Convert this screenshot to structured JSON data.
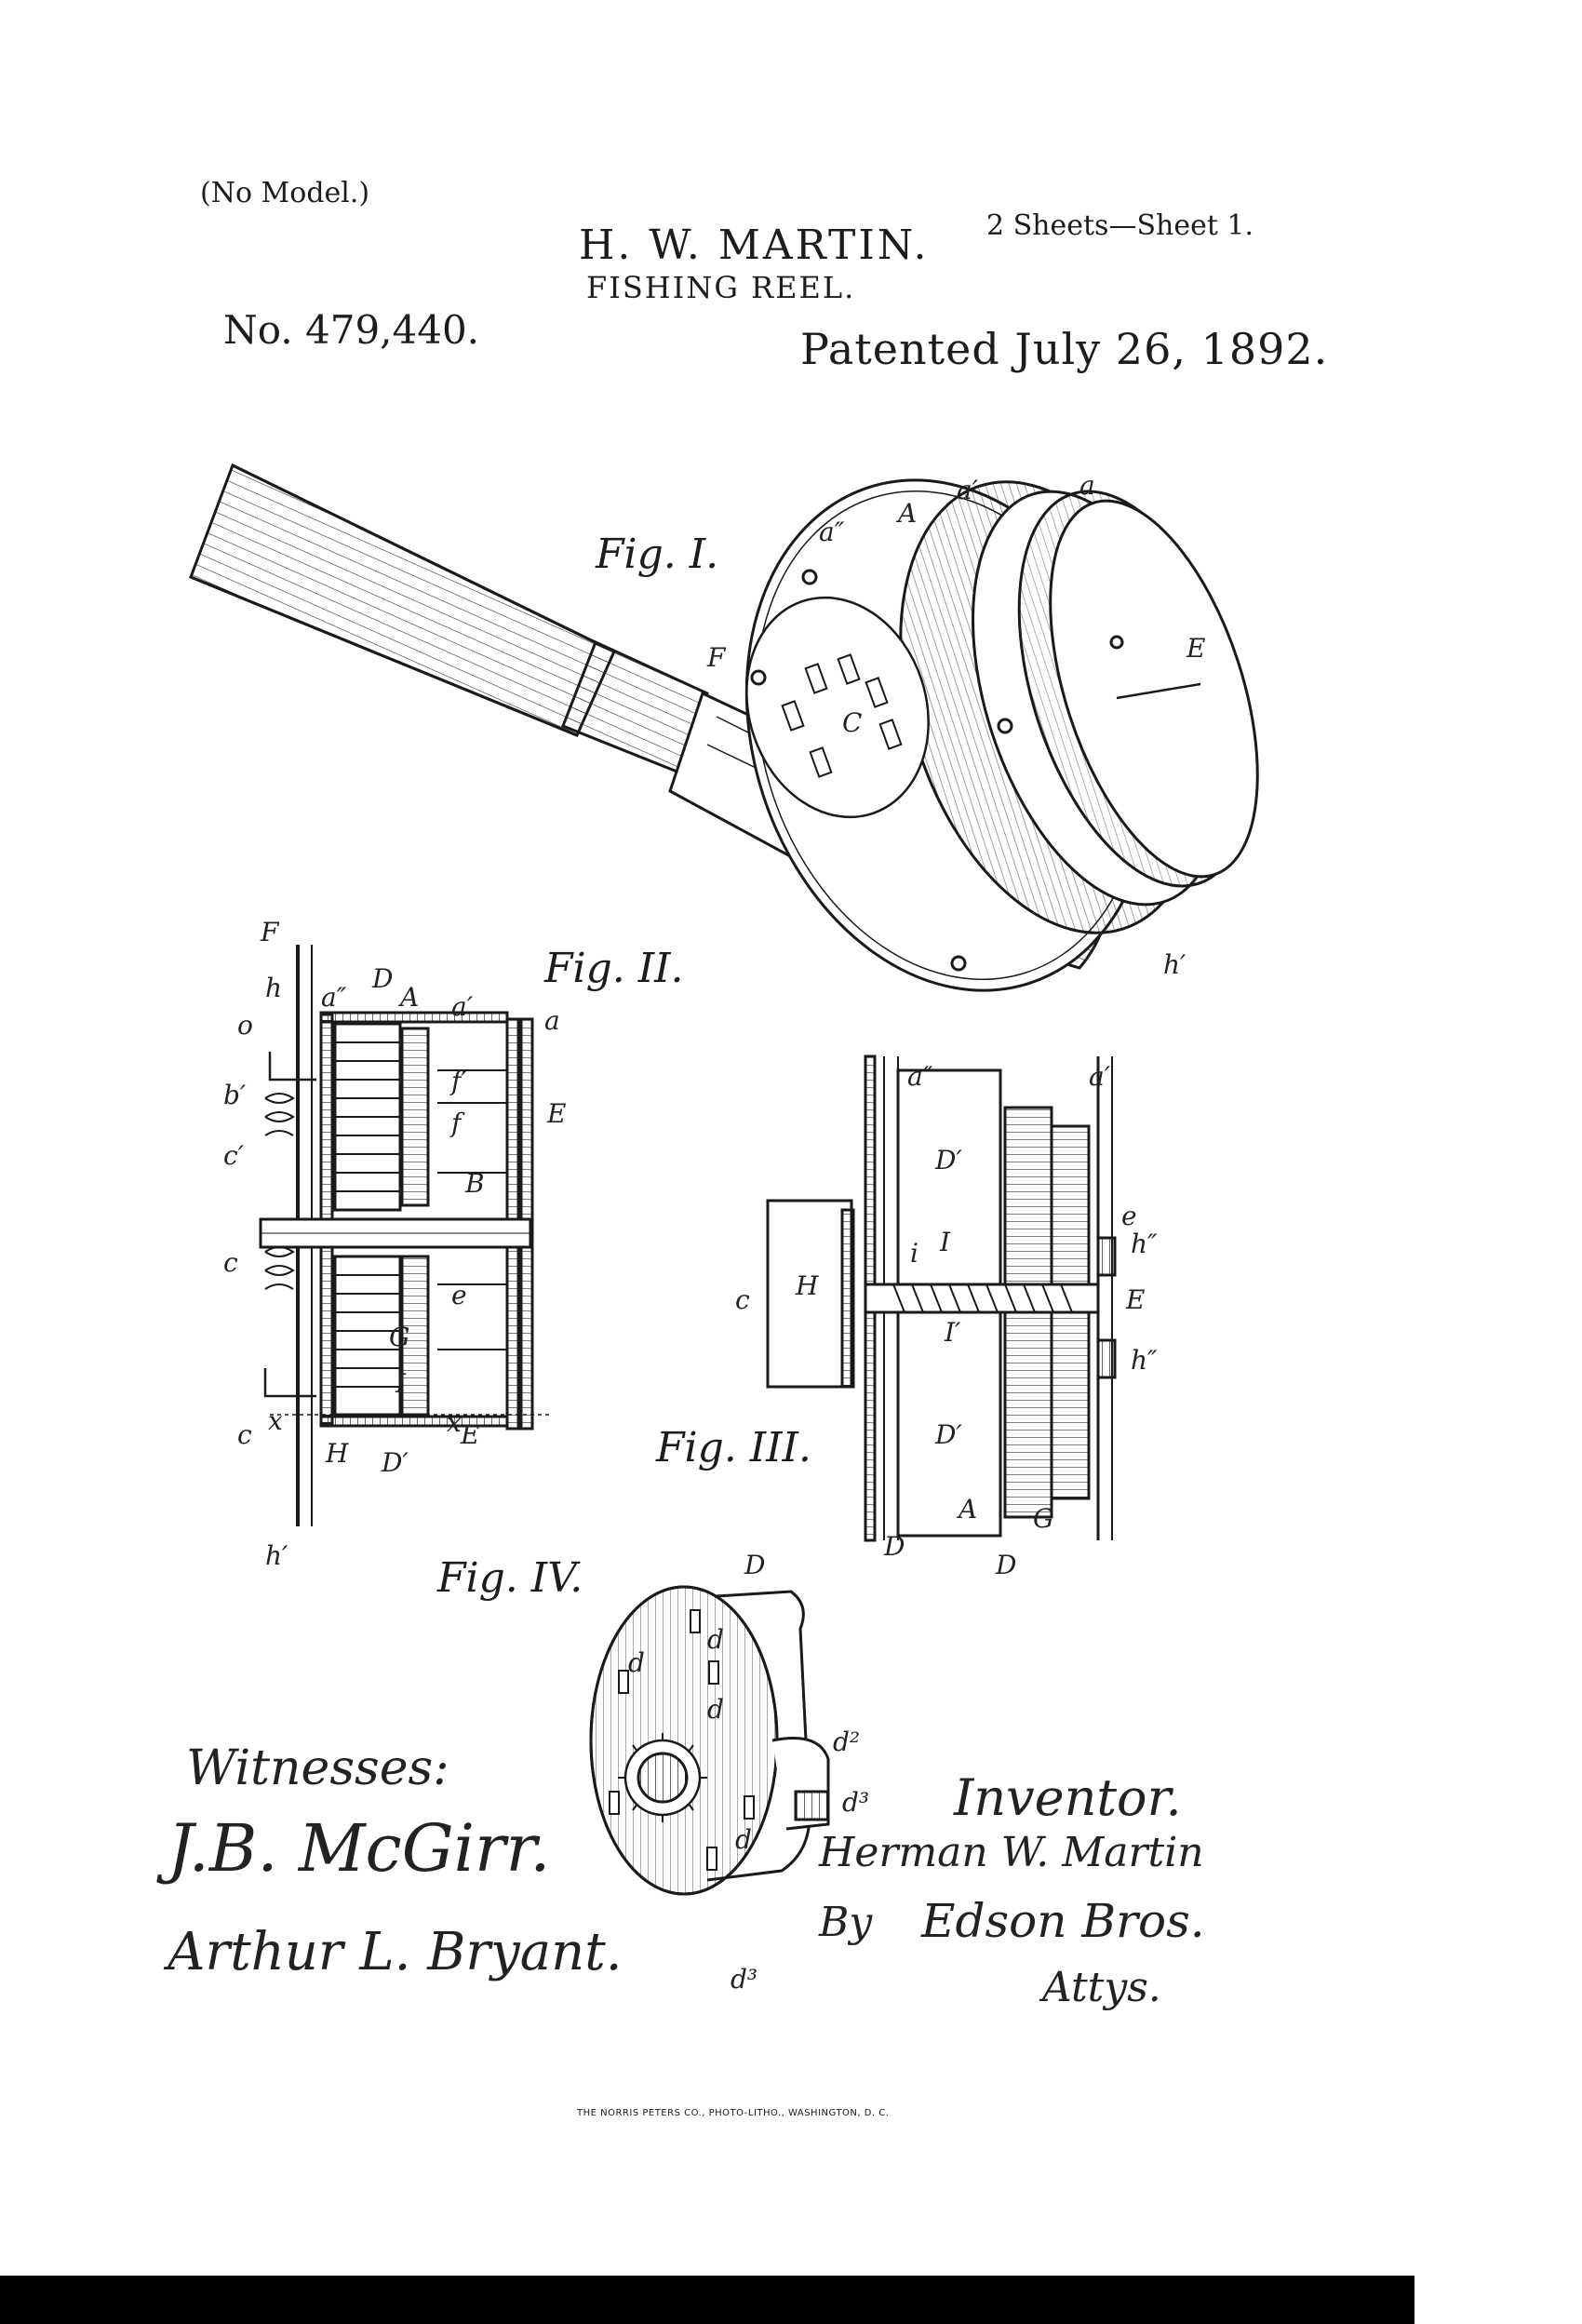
{
  "header": {
    "no_model": "(No Model.)",
    "inventor": "H. W. MARTIN.",
    "title": "FISHING REEL.",
    "sheets": "2 Sheets—Sheet 1.",
    "patent_number": "No. 479,440.",
    "patented": "Patented July 26, 1892."
  },
  "figures": {
    "fig1": "Fig. I.",
    "fig2": "Fig. II.",
    "fig3": "Fig. III.",
    "fig4": "Fig. IV."
  },
  "refs": {
    "fig1": [
      "a″",
      "A",
      "a′",
      "a",
      "F",
      "C",
      "E",
      "h′"
    ],
    "fig2": [
      "F",
      "h",
      "a″",
      "D",
      "A",
      "a′",
      "a",
      "o",
      "b′",
      "f′",
      "f",
      "E",
      "c′",
      "B",
      "c",
      "e",
      "G",
      "I",
      "c",
      "x",
      "H",
      "D′",
      "x",
      "E",
      "h′"
    ],
    "fig3": [
      "a″",
      "a′",
      "D′",
      "e",
      "h″",
      "i",
      "I",
      "c",
      "H",
      "E",
      "I′",
      "h″",
      "D′",
      "A",
      "G",
      "D",
      "D"
    ],
    "fig4": [
      "D",
      "d",
      "d",
      "d",
      "d²",
      "d³",
      "d",
      "d³"
    ]
  },
  "signatures": {
    "witnesses_label": "Witnesses:",
    "witness1": "J.B. McGirr.",
    "witness2": "Arthur L. Bryant.",
    "inventor_label": "Inventor.",
    "inventor_sig": "Herman W. Martin",
    "by": "By",
    "attorneys": "Edson Bros.",
    "attys": "Attys."
  },
  "footer": {
    "printer": "THE NORRIS PETERS CO., PHOTO-LITHO., WASHINGTON, D. C."
  },
  "colors": {
    "ink": "#1a1a1a",
    "paper": "#ffffff",
    "bar": "#000000"
  }
}
